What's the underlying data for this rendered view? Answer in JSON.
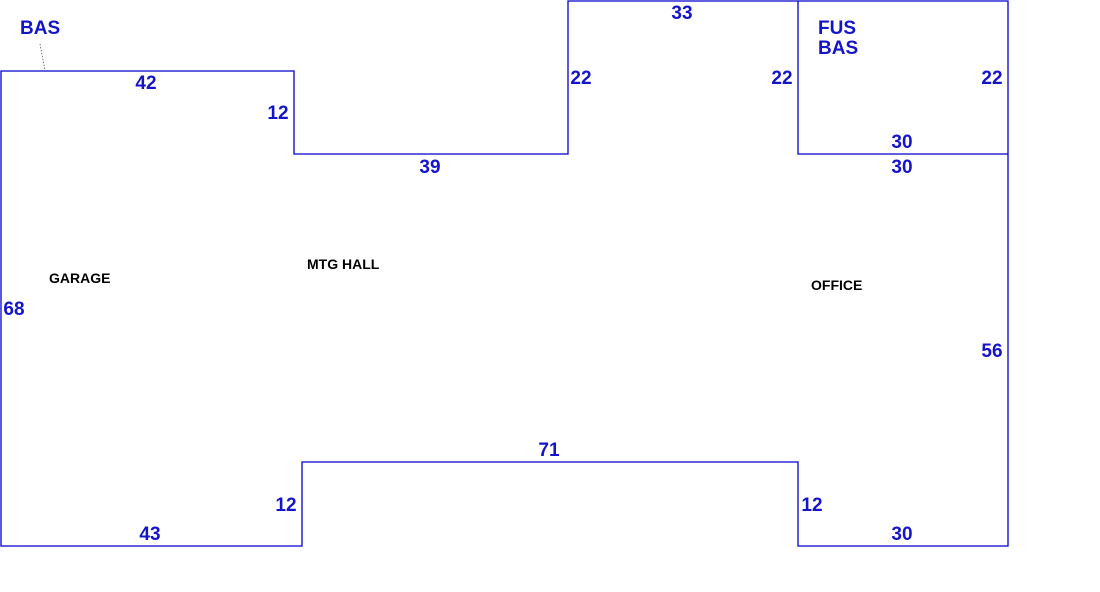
{
  "area_codes": {
    "main": "BAS",
    "upper_right_line1": "FUS",
    "upper_right_line2": "BAS"
  },
  "rooms": {
    "garage": "GARAGE",
    "meeting_hall": "MTG HALL",
    "office": "OFFICE"
  },
  "dimensions": {
    "top_left_width": "42",
    "left_notch_drop": "12",
    "middle_recess_width": "39",
    "center_wing_left_height": "22",
    "center_wing_top_width": "33",
    "center_wing_right_height": "22",
    "fus_right_height": "22",
    "fus_bottom_width": "30",
    "office_top_width": "30",
    "left_height": "68",
    "right_height": "56",
    "bottom_left_width": "43",
    "bottom_left_notch": "12",
    "bottom_recess_width": "71",
    "bottom_right_notch": "12",
    "bottom_right_width": "30"
  },
  "colors": {
    "outline": "#0000cc",
    "dimension_text": "#1414c8",
    "room_text": "#000000"
  }
}
